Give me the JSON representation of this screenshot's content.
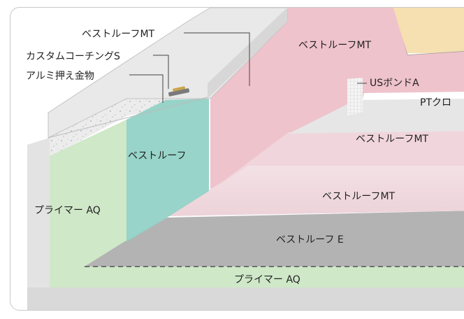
{
  "labels": {
    "callout_bestroof_mt": "ベストルーフMT",
    "callout_custom_coating": "カスタムコーチングS",
    "callout_aluminum_bar": "アルミ押え金物",
    "layer_bestroof_mt_wall": "ベストルーフMT",
    "layer_us_bond": "USボンドA",
    "layer_pt_cloth": "PTクロ",
    "layer_bestroof_mt_upper": "ベストルーフMT",
    "layer_bestroof_wall": "ベストルーフ",
    "layer_bestroof_mt_lower": "ベストルーフMT",
    "layer_primer_wall": "プライマー AQ",
    "layer_bestroof_e": "ベストルーフ E",
    "layer_primer_floor": "プライマー AQ"
  },
  "colors": {
    "pink_membrane": "#efc3cc",
    "teal_membrane": "#8fd0c4",
    "primer_green": "#cfe8c8",
    "gray_layer": "#b3b3b3",
    "concrete": "#e3e3e3",
    "cream_wall": "#f6dfb1"
  }
}
